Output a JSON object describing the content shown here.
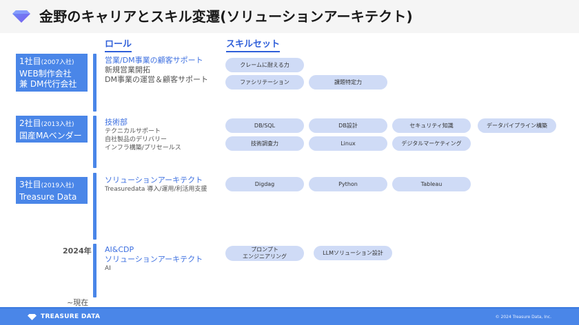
{
  "header": {
    "icon": "diamond-icon",
    "title": "金野のキャリアとスキル変遷(ソリューションアーキテクト)"
  },
  "columns": {
    "role": "ロール",
    "skills": "スキルセット"
  },
  "companies": [
    {
      "number": "1社目",
      "joined": "(2007入社)",
      "line2": "WEB制作会社",
      "line3": "兼 DM代行会社"
    },
    {
      "number": "2社目",
      "joined": "(2013入社)",
      "line2": "国産MAベンダー"
    },
    {
      "number": "3社目",
      "joined": "(2019入社)",
      "line2": "Treasure Data"
    }
  ],
  "timeline": {
    "year_label": "2024年",
    "now_label": "~現在"
  },
  "roles": [
    {
      "title": "営業/DM事業の顧客サポート",
      "lines": [
        "新規営業開拓",
        "DM事業の運営＆顧客サポート"
      ]
    },
    {
      "title": "技術部",
      "lines": [
        "テクニカルサポート",
        "自社製品のデリバリー",
        "インフラ構築/プリセールス"
      ]
    },
    {
      "title": "ソリューションアーキテクト",
      "lines": [
        "Treasuredata 導入/運用/利活用支援"
      ]
    },
    {
      "title": "AI&CDP",
      "title2": "ソリューションアーキテクト",
      "lines": [
        "AI"
      ]
    }
  ],
  "skills": [
    [
      "クレームに耐える力",
      "ファシリテーション",
      "課題特定力"
    ],
    [
      "DB/SQL",
      "DB設計",
      "セキュリティ知識",
      "データパイプライン構築",
      "技術調査力",
      "Linux",
      "デジタルマーケティング"
    ],
    [
      "Digdag",
      "Python",
      "Tableau"
    ],
    [
      "プロンプト",
      "エンジニアリング",
      "LLMソリューション設計"
    ]
  ],
  "footer": {
    "brand": "TREASURE DATA",
    "copyright": "© 2024 Treasure Data, Inc."
  },
  "colors": {
    "accent": "#4a86e8",
    "heading_blue": "#2f5fd9",
    "pill_bg": "#cfdbf6",
    "header_bg": "#f5f5f5"
  }
}
